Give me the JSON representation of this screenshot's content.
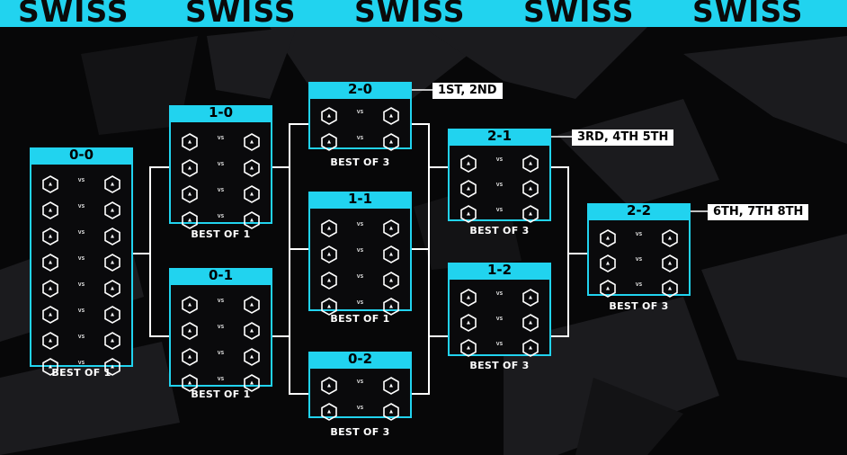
{
  "banner": {
    "word": "SWISS",
    "repeat": 5
  },
  "colors": {
    "accent": "#21d3ef",
    "background": "#070708",
    "line": "#ffffff"
  },
  "icon": "team-hexagon-icon",
  "vs_label": "VS",
  "groups": [
    {
      "id": "0-0",
      "record": "0-0",
      "matches": 8,
      "format": "BEST OF 1"
    },
    {
      "id": "1-0",
      "record": "1-0",
      "matches": 4,
      "format": "BEST OF 1"
    },
    {
      "id": "0-1",
      "record": "0-1",
      "matches": 4,
      "format": "BEST OF 1"
    },
    {
      "id": "2-0",
      "record": "2-0",
      "matches": 2,
      "format": "BEST OF 3",
      "advance": "1ST, 2ND"
    },
    {
      "id": "1-1",
      "record": "1-1",
      "matches": 4,
      "format": "BEST OF 1"
    },
    {
      "id": "0-2",
      "record": "0-2",
      "matches": 2,
      "format": "BEST OF 3"
    },
    {
      "id": "2-1",
      "record": "2-1",
      "matches": 3,
      "format": "BEST OF 3",
      "advance": "3RD, 4TH 5TH"
    },
    {
      "id": "1-2",
      "record": "1-2",
      "matches": 3,
      "format": "BEST OF 3"
    },
    {
      "id": "2-2",
      "record": "2-2",
      "matches": 3,
      "format": "BEST OF 3",
      "advance": "6TH, 7TH 8TH"
    }
  ]
}
